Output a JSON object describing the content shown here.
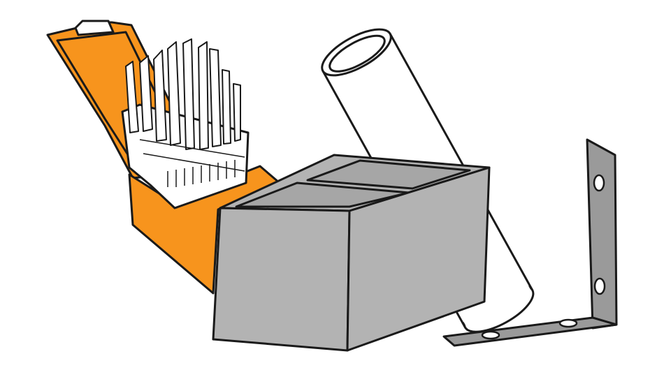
{
  "colors": {
    "background": "#ffffff",
    "case_orange": "#F7941D",
    "box_gray": "#B3B3B3",
    "box_inner_gray": "#A6A6A6",
    "bracket_gray": "#9A9A9A",
    "outline": "#1a1a1a",
    "tube_white": "#ffffff"
  },
  "objects": [
    "drill-bit-case",
    "tube",
    "concrete-block",
    "corner-bracket"
  ]
}
